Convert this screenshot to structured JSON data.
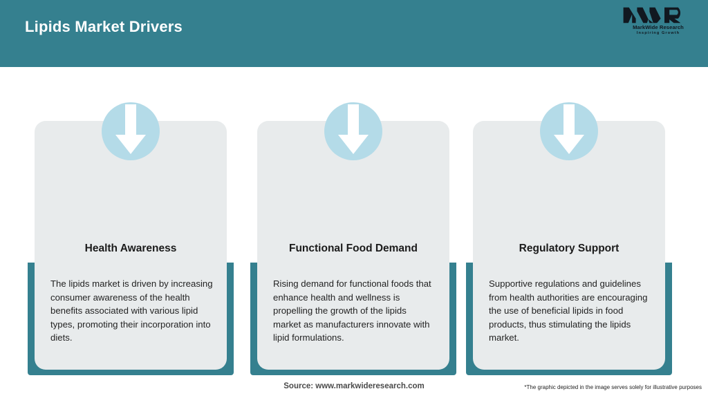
{
  "header": {
    "title": "Lipids Market Drivers",
    "background_color": "#35808f",
    "title_color": "#ffffff",
    "logo": {
      "monogram": "MWR",
      "name": "MarkWide Research",
      "tagline": "Inspiring Growth"
    }
  },
  "theme": {
    "accent_color": "#35808f",
    "card_background": "#e8ebec",
    "icon_circle_color": "#b4dbe8",
    "arrow_color": "#ffffff"
  },
  "cards": [
    {
      "icon": "arrow-down-icon",
      "title": "Health Awareness",
      "body": "The lipids market is driven by increasing consumer awareness of the health benefits associated with various lipid types, promoting their incorporation into diets."
    },
    {
      "icon": "arrow-down-icon",
      "title": "Functional Food Demand",
      "body": "Rising demand for functional foods that enhance health and wellness is propelling the growth of the lipids market as manufacturers innovate with lipid formulations."
    },
    {
      "icon": "arrow-down-icon",
      "title": "Regulatory Support",
      "body": "Supportive regulations and guidelines from health authorities are encouraging the use of beneficial lipids in food products, thus stimulating the lipids market."
    }
  ],
  "footer": {
    "source": "Source: www.markwideresearch.com",
    "disclaimer": "*The graphic depicted in the image serves solely for illustrative purposes"
  }
}
